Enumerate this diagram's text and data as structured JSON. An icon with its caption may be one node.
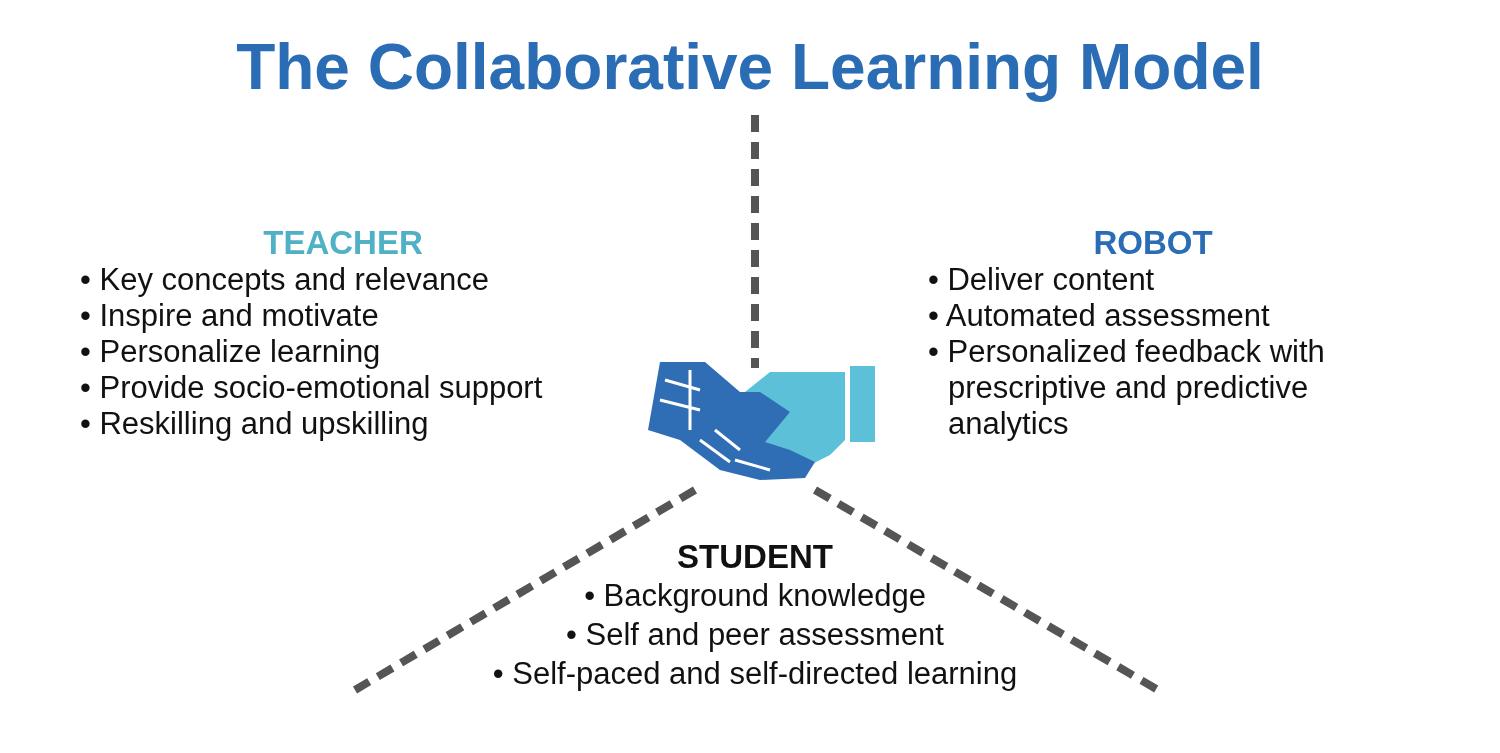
{
  "diagram": {
    "title": "The Collaborative Learning Model",
    "labels": [
      "TEACHER",
      "• Key concepts and relevance",
      "• Inspire and motivate",
      "• Personalize learning",
      "• Provide socio-emotional support",
      "• Reskilling and upskilling",
      "ROBOT",
      "• Deliver content",
      "• Automated assessment",
      "• Personalized feedback with prescriptive and predictive analytics",
      "STUDENT",
      "• Background knowledge",
      "• Self and peer assessment",
      "• Self-paced and self-directed learning"
    ]
  }
}
